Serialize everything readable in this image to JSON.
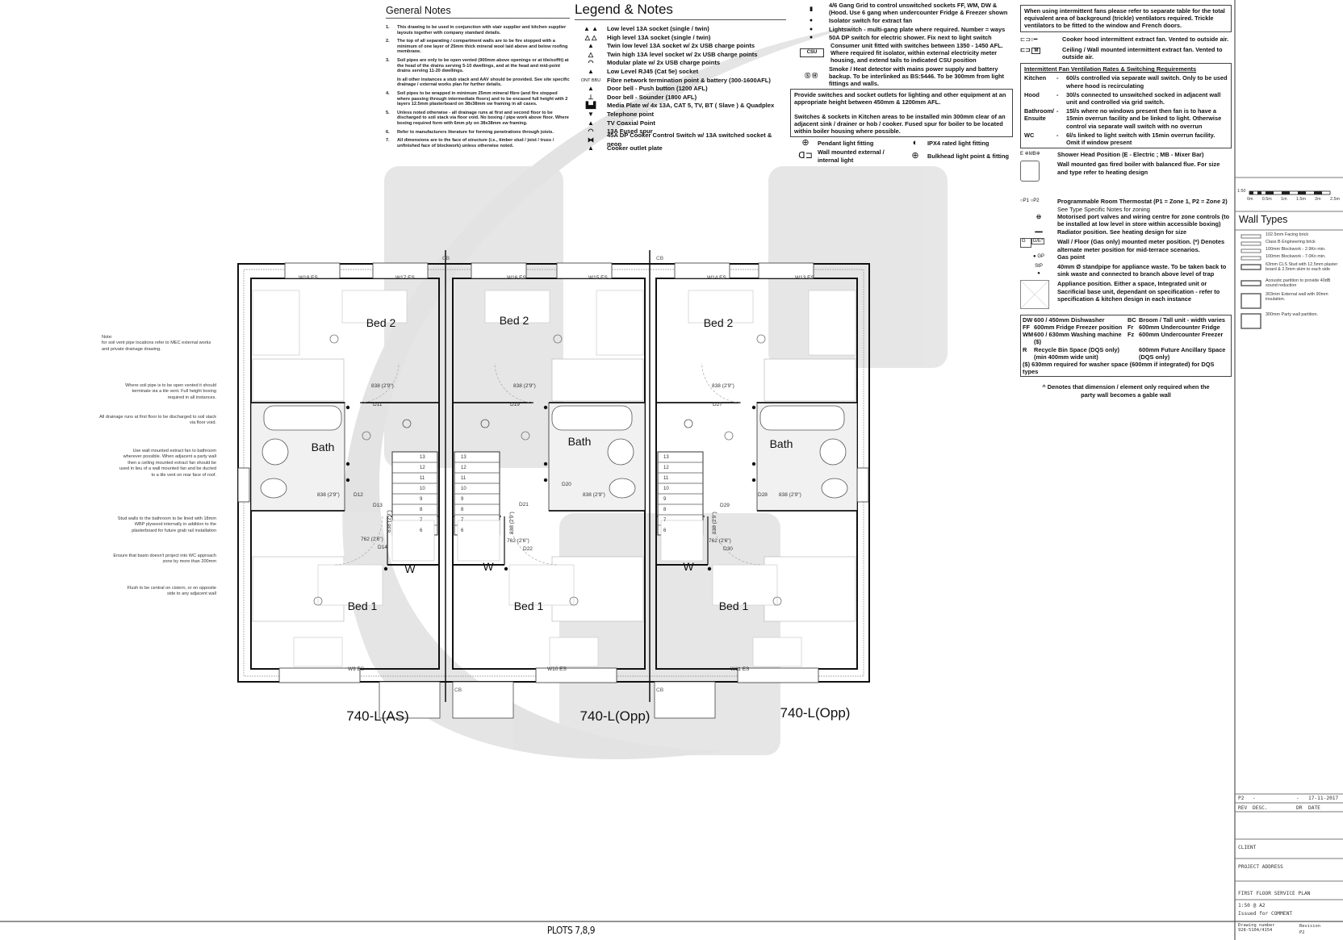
{
  "general_notes": {
    "title": "General Notes",
    "items": [
      {
        "num": "1.",
        "text": "This drawing to be used in conjunction with stair supplier and kitchen supplier layouts together with company standard details."
      },
      {
        "num": "2.",
        "text": "The top of all separating / compartment walls are to be fire stopped with a minimum of one layer of 25mm thick mineral wool laid above and below roofing membrane."
      },
      {
        "num": "3.",
        "text": "Soil pipes are only to be open vented (900mm above openings or at tile/soffit) at the head of the drains serving 5-10 dwellings, and at the head and mid-point drains serving 11-20 dwellings."
      },
      {
        "num": "",
        "text": "In all other instances a stub stack and AAV should be provided. See site specific drainage / external works plan for further details."
      },
      {
        "num": "4.",
        "text": "Soil pipes to be wrapped in minimum 25mm mineral fibre (and fire stopped where passing through intermediate floors) and to be encased full height with 2 layers 12.5mm plasterboard on 38x38mm sw framing in all cases."
      },
      {
        "num": "5.",
        "text": "Unless noted otherwise - all drainage runs at first and second floor to be discharged to soil stack via floor void. No boxing / pipe work above floor. Where boxing required form with 6mm ply on 38x38mm sw framing."
      },
      {
        "num": "6.",
        "text": "Refer to manufacturers literature for forming penetrations through joists."
      },
      {
        "num": "7.",
        "text": "All dimensions are to the face of structure (i.e., timber stud / joist / truss / unfinished face of blockwork) unless otherwise noted."
      }
    ]
  },
  "legend": {
    "title": "Legend & Notes",
    "items": [
      {
        "icon": "socket-low-icon",
        "glyph": "▲ ▲",
        "text": "Low level 13A socket (single / twin)"
      },
      {
        "icon": "socket-high-icon",
        "glyph": "△ △",
        "text": "High level 13A socket (single / twin)"
      },
      {
        "icon": "socket-usb-low-icon",
        "glyph": "▲",
        "text": "Twin low level 13A socket w/ 2x USB charge points"
      },
      {
        "icon": "socket-usb-high-icon",
        "glyph": "△",
        "text": "Twin high 13A level socket w/ 2x USB charge points"
      },
      {
        "icon": "modular-plate-icon",
        "glyph": "◠",
        "text": "Modular plate w/ 2x USB charge points"
      },
      {
        "icon": "rj45-icon",
        "glyph": "▲",
        "text": "Low Level RJ45 (Cat 5e) socket"
      },
      {
        "icon": "fibre-ont-icon",
        "glyph": "ONT BBU",
        "text": "Fibre network termination point & battery (300-1600AFL)"
      },
      {
        "icon": "doorbell-push-icon",
        "glyph": "▲",
        "text": "Door bell - Push button (1200 AFL)"
      },
      {
        "icon": "doorbell-sounder-icon",
        "glyph": "⊥",
        "text": "Door bell - Sounder (1800 AFL)"
      },
      {
        "icon": "media-plate-icon",
        "glyph": "▙▟",
        "text": "Media Plate w/ 4x 13A, CAT 5, TV, BT ( Slave ) & Quadplex"
      },
      {
        "icon": "telephone-point-icon",
        "glyph": "▼",
        "text": "Telephone point"
      },
      {
        "icon": "tv-coaxial-icon",
        "glyph": "▲",
        "text": "TV Coaxial Point"
      },
      {
        "icon": "fused-spur-icon",
        "glyph": "◠",
        "text": "13A Fused spur"
      },
      {
        "icon": "cooker-switch-icon",
        "glyph": "⧓",
        "text": "45A DP Cooker Control Switch w/ 13A switched socket & neon"
      },
      {
        "icon": "cooker-outlet-icon",
        "glyph": "▲",
        "text": "Cooker outlet plate"
      }
    ]
  },
  "electrical_notes": {
    "items": [
      {
        "icon": "gang-grid-icon",
        "glyph": "▮",
        "text": "4/6 Gang Grid to control unswitched sockets FF, WM, DW & (Hood. Use 6 gang when undercounter Fridge & Freezer shown"
      },
      {
        "icon": "isolator-switch-icon",
        "glyph": "●",
        "text": "Isolator switch for extract fan"
      },
      {
        "icon": "lightswitch-icon",
        "glyph": "●",
        "text": "Lightswitch - multi-gang plate where required. Number = ways"
      },
      {
        "icon": "shower-switch-icon",
        "glyph": "●",
        "text": "50A DP switch for electric shower. Fix next to light switch"
      },
      {
        "icon": "consumer-unit-icon",
        "glyph": "CSU",
        "text": "Consumer unit fitted with switches between 1350 - 1450 AFL. Where required fit isolator, within external electricity meter housing, and extend tails to indicated CSU position"
      },
      {
        "icon": "smoke-heat-detector-icon",
        "glyph": "Ⓢ Ⓗ",
        "text": "Smoke / Heat detector with mains power supply and battery backup. To be interlinked as BS:5446. To be 300mm from light fittings and walls."
      }
    ],
    "box_text_1": "Provide switches and socket outlets for lighting and other equipment at an appropriate height between 450mm & 1200mm AFL.",
    "box_text_2": "Switches & sockets in Kitchen areas to be installed min 300mm clear of an adjacent sink / drainer or hob / cooker. Fused spur for boiler to be located within boiler housing where possible.",
    "lights": [
      {
        "icon": "pendant-light-icon",
        "glyph": "⊕",
        "text": "Pendant light  fitting"
      },
      {
        "icon": "ipx4-light-icon",
        "glyph": "◐",
        "text": "IPX4 rated light fitting"
      },
      {
        "icon": "wall-light-icon",
        "glyph": "ᗡ⊐",
        "text": "Wall mounted external / internal light"
      },
      {
        "icon": "bulkhead-light-icon",
        "glyph": "⊕",
        "text": "Bulkhead light point & fitting"
      }
    ]
  },
  "ventilation": {
    "intro": "When using intermittent fans please refer to separate table for the total equivalent area of background (trickle) ventilators required. Trickle ventilators to be fitted to the window and French doors.",
    "cooker_hood": "Cooker hood intermittent extract fan. Vented to outside air.",
    "ceiling_fan": "Ceiling / Wall mounted intermittent extract fan. Vented to outside air.",
    "table_title": "Intermittent Fan Ventilation Rates & Switching Requirements",
    "rows": [
      {
        "room": "Kitchen",
        "text": "60l/s controlled via separate wall switch. Only to be used where hood is recirculating"
      },
      {
        "room": "Hood",
        "text": "30l/s connected to unswitched socked in adjacent wall unit and controlled via grid switch."
      },
      {
        "room": "Bathroom/ Ensuite",
        "text": "15l/s where no windows present then fan is to have a 15min overrun facility and be linked to light. Otherwise control via separate wall switch with no overrun"
      },
      {
        "room": "WC",
        "text": "6l/s linked to light switch with 15min overrun facility. Omit if window present"
      }
    ],
    "shower_head": "Shower Head Position (E - Electric ; MB - Mixer Bar)",
    "boiler": "Wall mounted gas fired boiler with balanced flue. For size and type refer to heating design",
    "thermostat": "Programmable Room Thermostat (P1 = Zone 1, P2 = Zone 2)",
    "thermostat_sub": "See Type Specific Notes for zoning",
    "port_valves": "Motorised port valves and wiring centre for zone controls (to be installed at low level in store within accessible boxing)",
    "radiator": "Radiator position. See heating design for size",
    "meter": "Wall / Floor (Gas only) mounted meter position. (*) Denotes alternate meter position for mid-terrace scenarios.",
    "gas_point": "Gas point",
    "standpipe": "40mm Ø standpipe for appliance waste. To be taken back to sink waste and connected to branch above level of trap",
    "appliance": "Appliance position. Either a space, Integrated unit or Sacrificial base unit, dependant on specification - refer to specification & kitchen design in each instance",
    "abbr": [
      {
        "code": "DW",
        "text": "600 / 450mm Dishwasher"
      },
      {
        "code": "BC",
        "text": "Broom / Tall unit - width varies"
      },
      {
        "code": "FF",
        "text": "600mm Fridge Freezer position"
      },
      {
        "code": "Fr",
        "text": "600mm Undercounter Fridge"
      },
      {
        "code": "WM",
        "text": "600 / 630mm Washing machine ($)"
      },
      {
        "code": "Fz",
        "text": "600mm Undercounter Freezer"
      },
      {
        "code": "R",
        "text": "Recycle Bin Space (DQS only) (min 400mm wide unit)"
      },
      {
        "code": "",
        "text": "600mm Future Ancillary Space (DQS only)"
      }
    ],
    "abbr_footer": "($) 630mm required for washer space (600mm if integrated) for DQS types",
    "gable_note": "^ Denotes that dimension / element only required when the party wall becomes a gable wall",
    "symbols": {
      "p1": "P1",
      "p2": "P2",
      "g": "G",
      "ge": "G/E*",
      "gp": "GP",
      "stp": "StP",
      "e": "E",
      "mb": "MB",
      "m": "M"
    }
  },
  "scale_bar": {
    "ratio": "1:50",
    "ticks": [
      "0m",
      "0.5m",
      "1m",
      "1.5m",
      "2m",
      "2.5m"
    ]
  },
  "wall_types": {
    "title": "Wall Types",
    "items": [
      "102.5mm Facing brick",
      "Class B Engineering brick",
      "100mm Blockwork - 2.9Kn min.",
      "100mm Blockwork - 7.0Kn min.",
      "63mm CLS Stud with 12.5mm plaster board & 2.5mm skim to each side",
      "Acoustic partition to provide 40dB sound reduction",
      "303mm External wall with 90mm insulation.",
      "300mm Party wall partition."
    ]
  },
  "title_block": {
    "rev": "P2",
    "desc": "-",
    "dr": "-",
    "date": "17-11-2017",
    "rev_label": "REV",
    "desc_label": "DESC.",
    "dr_label": "DR",
    "date_label": "DATE",
    "client": "CLIENT",
    "project_address": "PROJECT ADDRESS",
    "drawing_title": "FIRST FLOOR SERVICE PLAN",
    "scale": "1:50 @  A2",
    "status": "Issued for COMMENT",
    "drawing_number_label": "Drawing number",
    "drawing_number": "928-5104/4154",
    "revision_label": "Revision",
    "revision": "P2"
  },
  "left_notes": [
    "Note:\nfor soil vent pipe locations refer to MEC external works and private drainage drawing.",
    "Where soil pipe is to be open vented it should terminate via a tile vent. Full height boxing required in all instances.",
    "All drainage runs at first floor to be discharged to soil stack via floor void.",
    "Use wall mounted extract fan to bathroom wherever possible. When adjacent a party wall then a ceiling mounted extract fan should be used in lieu of a wall mounted fan and be ducted to a tile vent on rear face of roof.",
    "Stud walls to the bathroom to be lined with 18mm WBP plywood internally in addition to the plasterboard for future grab rail installation",
    "Ensure that basin doesn't project into WC approach zone by more than 200mm",
    "Flush to be central on cistern, or on opposite side to any adjacent wall"
  ],
  "plan": {
    "units": [
      {
        "type": "740-L(AS)",
        "rooms": {
          "bed2": "Bed 2",
          "bath": "Bath",
          "bed1": "Bed 1",
          "wardrobe": "W"
        },
        "windows": [
          "W18  ES",
          "W17  ES",
          "W9  ES"
        ],
        "doors": [
          "D11",
          "D12",
          "D13",
          "D14"
        ],
        "dims": [
          "838  (2'9\")",
          "838  (2'9\")",
          "762  (2'6\")",
          "838  (2'9\")"
        ]
      },
      {
        "type": "740-L(Opp)",
        "rooms": {
          "bed2": "Bed 2",
          "bath": "Bath",
          "bed1": "Bed 1",
          "wardrobe": "W"
        },
        "windows": [
          "W16  ES",
          "W15  ES",
          "W10  ES"
        ],
        "doors": [
          "D19",
          "D20",
          "D21",
          "D22"
        ],
        "dims": [
          "838  (2'9\")",
          "838  (2'9\")",
          "762  (2'6\")",
          "838  (2'9\")"
        ]
      },
      {
        "type": "740-L(Opp)",
        "rooms": {
          "bed2": "Bed 2",
          "bath": "Bath",
          "bed1": "Bed 1",
          "wardrobe": "W"
        },
        "windows": [
          "W14  ES",
          "W13  ES",
          "W11  ES"
        ],
        "doors": [
          "D27",
          "D28",
          "D29",
          "D30"
        ],
        "dims": [
          "838  (2'9\")",
          "838  (2'9\")",
          "762  (2'6\")",
          "838  (2'9\")"
        ]
      }
    ],
    "cb_label": "CB",
    "stair_numbers": [
      "13",
      "12",
      "11",
      "10",
      "9",
      "8",
      "7",
      "6"
    ],
    "plots_label": "PLOTS 7,8,9"
  }
}
